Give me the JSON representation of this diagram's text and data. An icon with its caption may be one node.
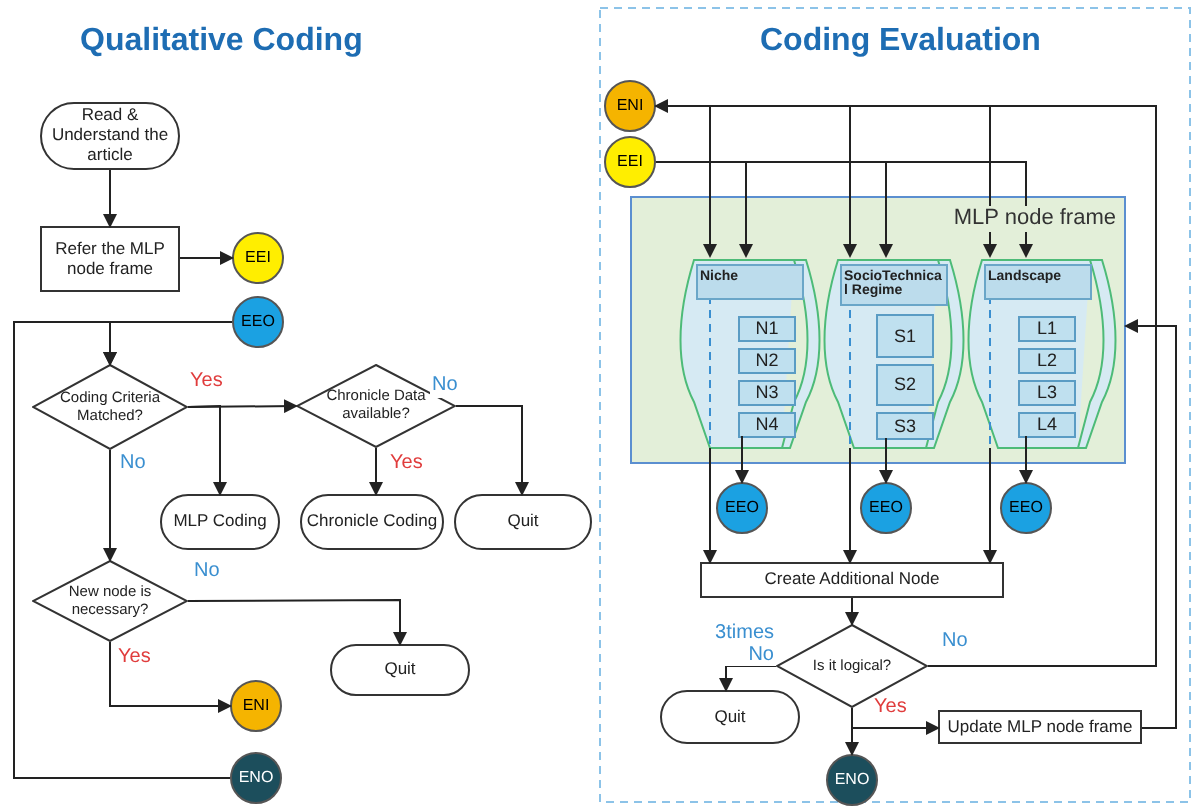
{
  "diagram": {
    "nodes": [
      {
        "text": [
          "Read & Understand the article"
        ]
      },
      {
        "text": [
          "Refer the MLP node frame"
        ]
      },
      {
        "text": [
          "EEI"
        ]
      },
      {
        "text": [
          "EEO"
        ]
      },
      {
        "text": [
          "Coding Criteria Matched?"
        ]
      },
      {
        "text": [
          "Chronicle Data available?"
        ]
      },
      {
        "text": [
          "MLP Coding"
        ]
      },
      {
        "text": [
          "Chronicle Coding"
        ]
      },
      {
        "text": [
          "Quit"
        ]
      },
      {
        "text": [
          "New node is necessary?"
        ]
      },
      {
        "text": [
          "Quit"
        ]
      },
      {
        "text": [
          "ENI"
        ]
      },
      {
        "text": [
          "ENO"
        ]
      },
      {
        "text": [
          "ENI"
        ]
      },
      {
        "text": [
          "EEI"
        ]
      },
      {
        "text": [
          "MLP node frame"
        ]
      },
      {
        "text": [
          "Niche"
        ],
        "in": 15
      },
      {
        "text": [
          "N1"
        ],
        "in": 16
      },
      {
        "text": [
          "N2"
        ],
        "in": 16
      },
      {
        "text": [
          "N3"
        ],
        "in": 16
      },
      {
        "text": [
          "N4"
        ],
        "in": 16
      },
      {
        "text": [
          "SocioTechnical Regime"
        ],
        "in": 15
      },
      {
        "text": [
          "S1"
        ],
        "in": 21
      },
      {
        "text": [
          "S2"
        ],
        "in": 21
      },
      {
        "text": [
          "S3"
        ],
        "in": 21
      },
      {
        "text": [
          "Landscape"
        ],
        "in": 15
      },
      {
        "text": [
          "L1"
        ],
        "in": 25
      },
      {
        "text": [
          "L2"
        ],
        "in": 25
      },
      {
        "text": [
          "L3"
        ],
        "in": 25
      },
      {
        "text": [
          "L4"
        ],
        "in": 25
      },
      {
        "text": [
          "EEO"
        ]
      },
      {
        "text": [
          "EEO"
        ]
      },
      {
        "text": [
          "EEO"
        ]
      },
      {
        "text": [
          "Create Additional Node"
        ]
      },
      {
        "text": [
          "Is it logical?"
        ]
      },
      {
        "text": [
          "Quit"
        ]
      },
      {
        "text": [
          "ENO"
        ]
      },
      {
        "text": [
          "Update MLP node frame"
        ]
      }
    ],
    "edges": [
      {
        "from": 0,
        "to": 1,
        "arrow": "to"
      },
      {
        "from": 1,
        "to": 2,
        "arrow": "to"
      },
      {
        "from": 3,
        "to": 4,
        "arrow": "to"
      },
      {
        "from": 12,
        "to": 4,
        "arrow": "to"
      },
      {
        "from": 4,
        "to": 5,
        "arrow": "to",
        "label": "Yes"
      },
      {
        "from": 4,
        "to": 6,
        "arrow": "to"
      },
      {
        "from": 5,
        "to": 7,
        "arrow": "to",
        "label": "Yes"
      },
      {
        "from": 5,
        "to": 8,
        "arrow": "to",
        "label": "No"
      },
      {
        "from": 4,
        "to": 9,
        "arrow": "to",
        "label": "No"
      },
      {
        "from": 9,
        "to": 10,
        "arrow": "to",
        "label": "No"
      },
      {
        "from": 9,
        "to": 11,
        "arrow": "to",
        "label": "Yes"
      },
      {
        "from": 13,
        "to": 16,
        "arrow": "to"
      },
      {
        "from": 13,
        "to": 21,
        "arrow": "to"
      },
      {
        "from": 13,
        "to": 25,
        "arrow": "to"
      },
      {
        "from": 14,
        "to": 16,
        "arrow": "to"
      },
      {
        "from": 14,
        "to": 21,
        "arrow": "to"
      },
      {
        "from": 14,
        "to": 25,
        "arrow": "to"
      },
      {
        "from": 20,
        "to": 30,
        "arrow": "to"
      },
      {
        "from": 24,
        "to": 31,
        "arrow": "to"
      },
      {
        "from": 29,
        "to": 32,
        "arrow": "to"
      },
      {
        "from": 16,
        "to": 33,
        "arrow": "to"
      },
      {
        "from": 21,
        "to": 33,
        "arrow": "to"
      },
      {
        "from": 25,
        "to": 33,
        "arrow": "to"
      },
      {
        "from": 33,
        "to": 34,
        "arrow": "to"
      },
      {
        "from": 34,
        "to": 35,
        "arrow": "to",
        "label": "3times No"
      },
      {
        "from": 34,
        "to": 36,
        "arrow": "to"
      },
      {
        "from": 34,
        "to": 37,
        "arrow": "to",
        "label": "Yes"
      },
      {
        "from": 34,
        "to": 13,
        "arrow": "to",
        "label": "No"
      },
      {
        "from": 37,
        "to": 15,
        "arrow": "to"
      }
    ],
    "labels": [
      "Qualitative Coding",
      "Coding Evaluation"
    ]
  }
}
